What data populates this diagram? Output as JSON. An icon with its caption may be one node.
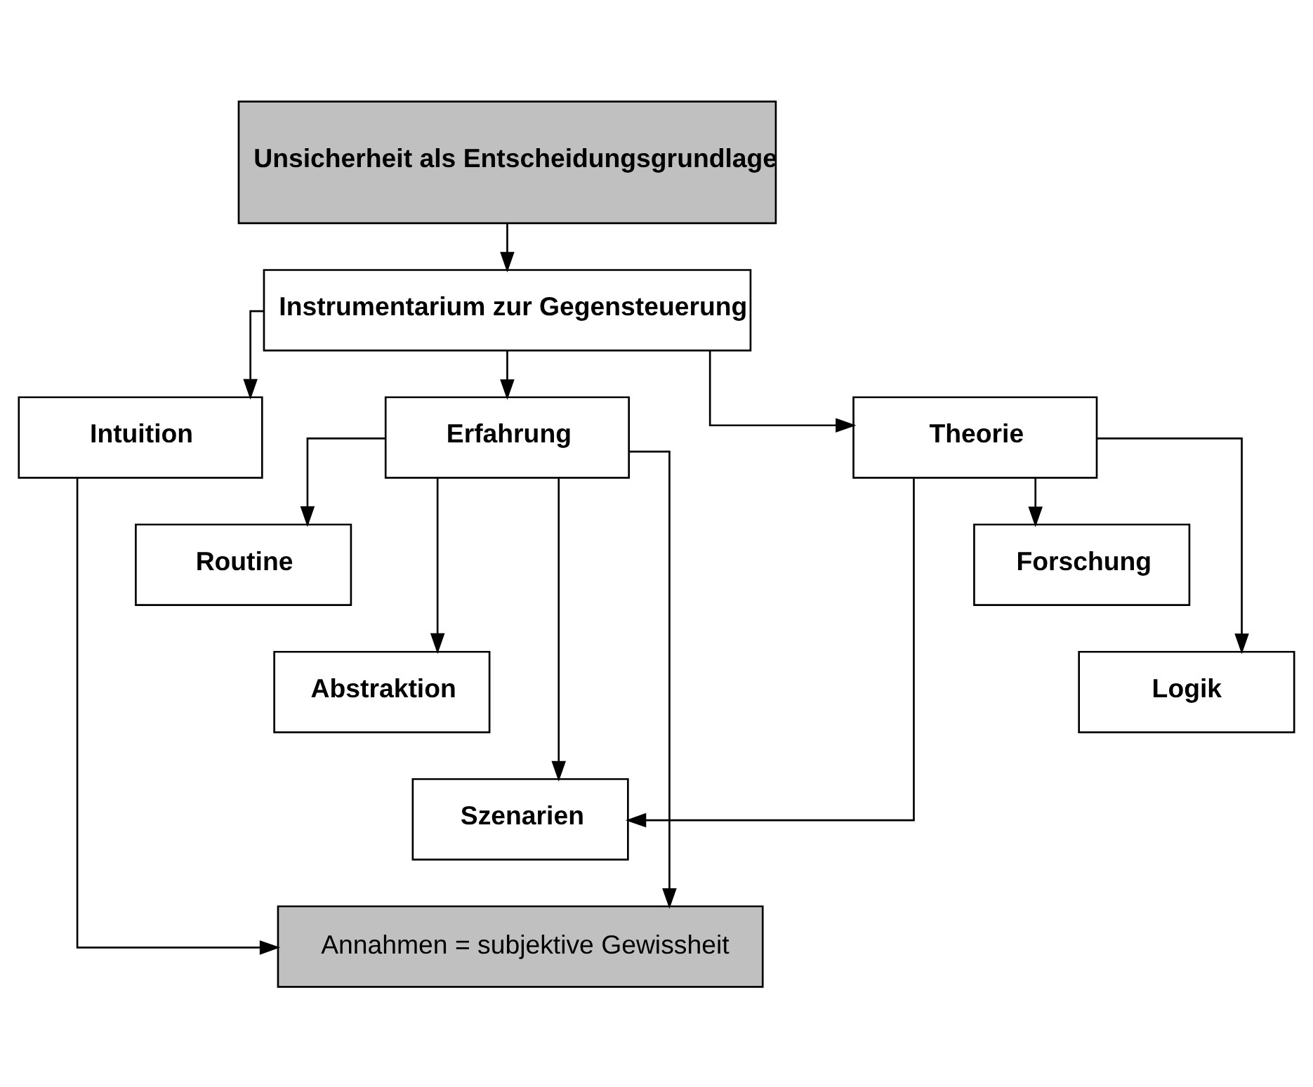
{
  "diagram": {
    "nodes": [
      {
        "text": [
          "Unsicherheit als Entscheidungsgrundlage"
        ]
      },
      {
        "text": [
          "Instrumentarium zur Gegensteuerung"
        ]
      },
      {
        "text": [
          "Erfahrung"
        ]
      },
      {
        "text": [
          "Theorie"
        ]
      },
      {
        "text": [
          "Intuition"
        ]
      },
      {
        "text": [
          "Routine"
        ]
      },
      {
        "text": [
          "Abstraktion"
        ]
      },
      {
        "text": [
          "Forschung"
        ]
      },
      {
        "text": [
          "Logik"
        ]
      },
      {
        "text": [
          "Szenarien"
        ]
      },
      {
        "text": [
          "Annahmen = subjektive Gewissheit"
        ]
      }
    ],
    "edges": [
      {
        "from": 0,
        "to": 1,
        "arrow": "to"
      },
      {
        "from": 1,
        "to": 2,
        "arrow": "to"
      },
      {
        "from": 1,
        "to": 3,
        "arrow": "to"
      },
      {
        "from": 1,
        "to": 4,
        "arrow": "to"
      },
      {
        "from": 2,
        "to": 5,
        "arrow": "to"
      },
      {
        "from": 2,
        "to": 6,
        "arrow": "to"
      },
      {
        "from": 2,
        "to": 9,
        "arrow": "to"
      },
      {
        "from": 3,
        "to": 7,
        "arrow": "to"
      },
      {
        "from": 3,
        "to": 8,
        "arrow": "to"
      },
      {
        "from": 3,
        "to": 9,
        "arrow": "to"
      },
      {
        "from": 2,
        "to": 10,
        "arrow": "to"
      },
      {
        "from": 4,
        "to": 10,
        "arrow": "to"
      }
    ]
  }
}
